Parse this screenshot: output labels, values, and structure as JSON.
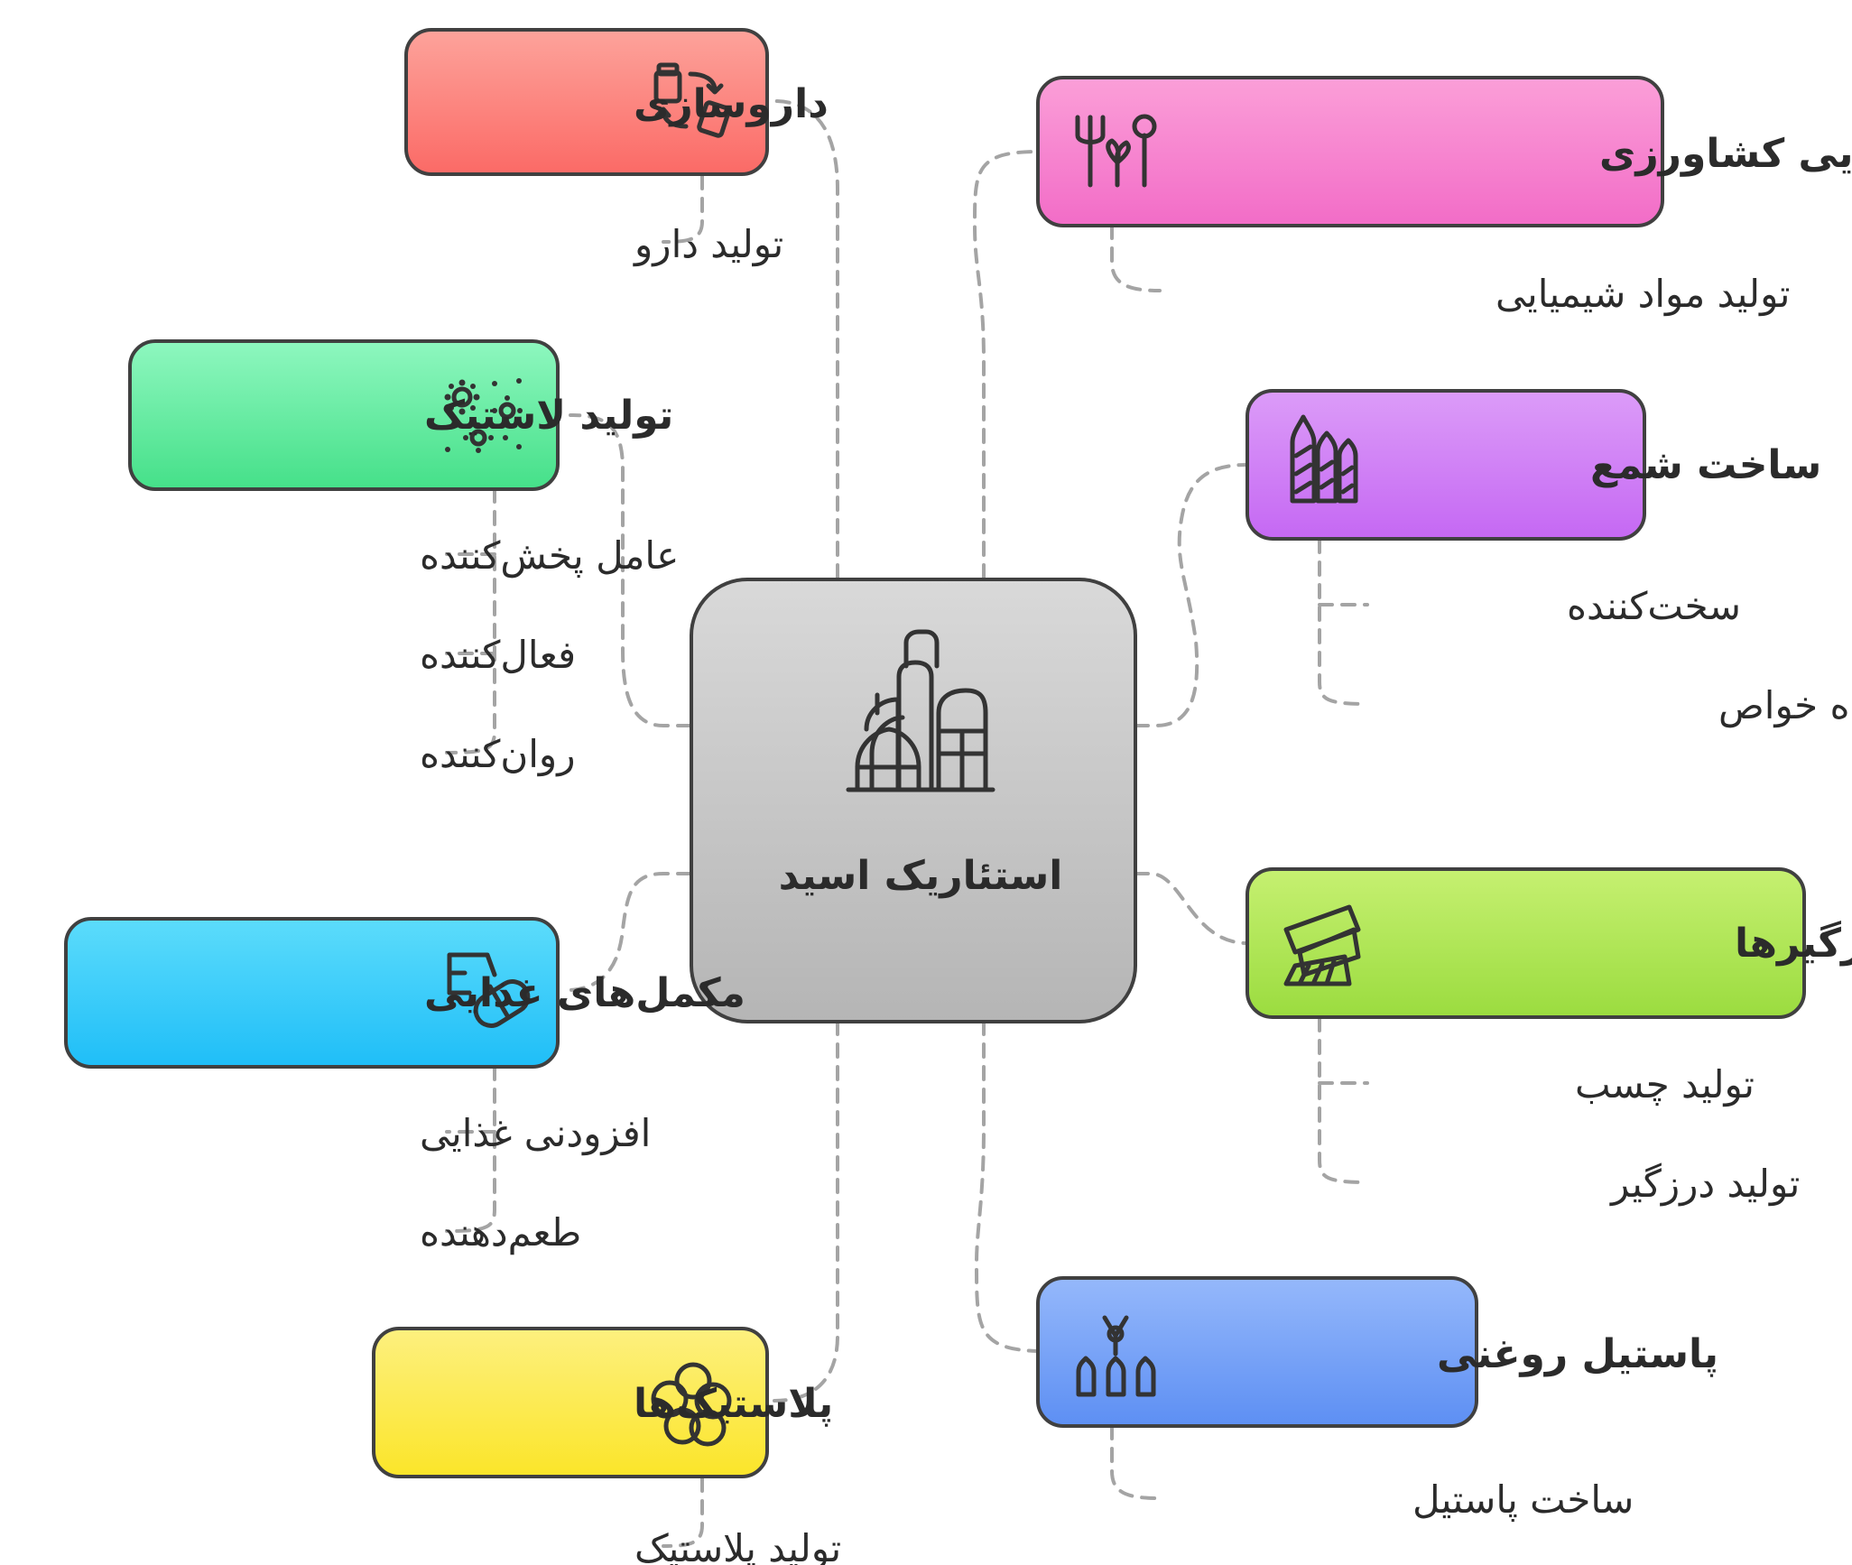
{
  "center": {
    "label": "استئاریک اسید",
    "icon": "factory-icon"
  },
  "nodes": {
    "pharma": {
      "label": "داروسازی",
      "color": "#fb7b74",
      "icon": "pill-bottle-exchange-icon",
      "items": [
        "تولید دارو"
      ]
    },
    "agri": {
      "label": "مواد شیمیایی کشاورزی",
      "color": "#f27dc9",
      "icon": "farm-tools-icon",
      "items": [
        "تولید مواد شیمیایی"
      ]
    },
    "rubber": {
      "label": "تولید لاستیک",
      "color": "#5ee7a0",
      "icon": "gears-icon",
      "items": [
        "عامل پخش‌کننده",
        "فعال‌کننده",
        "روان‌کننده"
      ]
    },
    "candle": {
      "label": "ساخت شمع",
      "color": "#c979f2",
      "icon": "candles-icon",
      "items": [
        "سخت‌کننده",
        "بهبود دهنده خواص"
      ]
    },
    "food": {
      "label": "مکمل‌های غذایی",
      "color": "#33c5f5",
      "icon": "supplement-icon",
      "items": [
        "افزودنی غذایی",
        "طعم‌دهنده"
      ]
    },
    "adhesive": {
      "label": "چسب‌ها و درزگیرها",
      "color": "#a6e34c",
      "icon": "tape-icon",
      "items": [
        "تولید چسب",
        "تولید درزگیر"
      ]
    },
    "plastics": {
      "label": "پلاستیک‌ها",
      "color": "#fbe847",
      "icon": "polymer-icon",
      "items": [
        "تولید پلاستیک"
      ]
    },
    "crayon": {
      "label": "پاستیل روغنی",
      "color": "#6a9cf2",
      "icon": "crayons-icon",
      "items": [
        "ساخت پاستیل"
      ]
    }
  }
}
